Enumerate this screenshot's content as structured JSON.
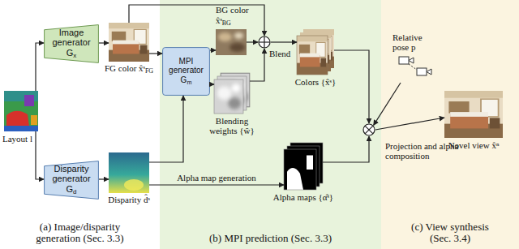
{
  "diagram": {
    "nodes": [
      {
        "text": [
          "(a) Image/disparity generation (Sec. 3.3)"
        ]
      },
      {
        "text": [
          "(b) MPI prediction (Sec. 3.3)"
        ]
      },
      {
        "text": [
          "(c) View synthesis (Sec. 3.4)"
        ]
      },
      {
        "text": [
          "Layout l"
        ],
        "in": 0
      },
      {
        "text": [
          "Image generator Gx"
        ],
        "in": 0
      },
      {
        "text": [
          "Disparity generator Gd"
        ],
        "in": 0
      },
      {
        "text": [
          "FG color x̂ˢFG"
        ],
        "in": 0
      },
      {
        "text": [
          "Disparity d̂ˢ"
        ],
        "in": 0
      },
      {
        "text": [
          "MPI generator Gm"
        ],
        "in": 1
      },
      {
        "text": [
          "BG color x̂ˢBG"
        ],
        "in": 1
      },
      {
        "text": [
          "Blend"
        ],
        "in": 1
      },
      {
        "text": [
          "Blending weights {ŵ}"
        ],
        "in": 1
      },
      {
        "text": [
          "Colors {x̂ˢ}"
        ],
        "in": 1
      },
      {
        "text": [
          "Alpha maps {α̂ˢ}"
        ],
        "in": 1
      },
      {
        "text": [
          "Projection and alpha composition"
        ]
      },
      {
        "text": [
          "Relative pose p"
        ],
        "in": 2
      },
      {
        "text": [
          "Novel view x̂ⁿ"
        ],
        "in": 2
      }
    ],
    "edges": [
      {
        "from": 3,
        "to": 4,
        "arrow": "to"
      },
      {
        "from": 3,
        "to": 5,
        "arrow": "to"
      },
      {
        "from": 4,
        "to": 6,
        "arrow": "to"
      },
      {
        "from": 5,
        "to": 7,
        "arrow": "to"
      },
      {
        "from": 6,
        "to": 8,
        "arrow": "to"
      },
      {
        "from": 7,
        "to": 8,
        "arrow": "to"
      },
      {
        "from": 8,
        "to": 9,
        "arrow": "to"
      },
      {
        "from": 8,
        "to": 11,
        "arrow": "to"
      },
      {
        "from": 9,
        "to": 10,
        "arrow": "to"
      },
      {
        "from": 11,
        "to": 10,
        "arrow": "to"
      },
      {
        "from": 6,
        "to": 10,
        "arrow": "to"
      },
      {
        "from": 10,
        "to": 12,
        "arrow": "to"
      },
      {
        "from": 12,
        "to": 14,
        "arrow": "to"
      },
      {
        "from": 13,
        "to": 14,
        "arrow": "to"
      },
      {
        "from": 7,
        "to": 13,
        "arrow": "to",
        "label": "Alpha map generation"
      },
      {
        "from": 15,
        "to": 14,
        "arrow": "to"
      },
      {
        "from": 14,
        "to": 16,
        "arrow": "to"
      }
    ]
  }
}
